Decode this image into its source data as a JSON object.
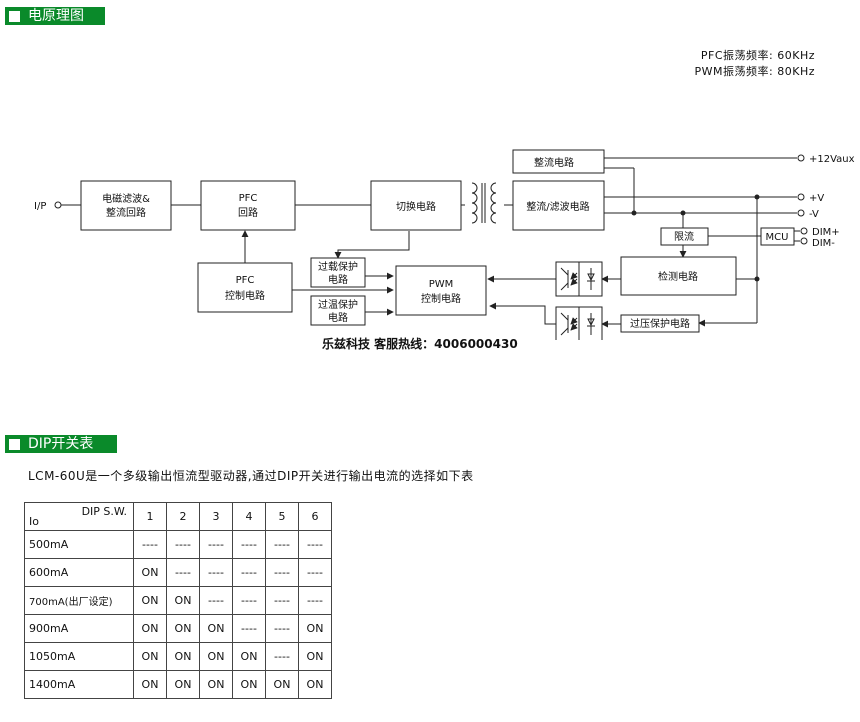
{
  "section1": {
    "title": "电原理图"
  },
  "section2": {
    "title": "DIP开关表"
  },
  "freq": {
    "pfc": "PFC振荡频率: 60KHz",
    "pwm": "PWM振荡频率: 80KHz"
  },
  "blocks": {
    "emi": [
      "电磁滤波&",
      "整流回路"
    ],
    "pfc": [
      "PFC",
      "回路"
    ],
    "switch": "切换电路",
    "rect_filter": "整流/滤波电路",
    "rect_aux": "整流电路",
    "pfc_ctrl": [
      "PFC",
      "控制电路"
    ],
    "ocp": [
      "过载保护",
      "电路"
    ],
    "otp": [
      "过温保护",
      "电路"
    ],
    "pwm": [
      "PWM",
      "控制电路"
    ],
    "detect": "检测电路",
    "limit": "限流",
    "mcu": "MCU",
    "ovp": "过压保护电路"
  },
  "terminals": {
    "ip": "I/P",
    "aux": "+12Vaux",
    "vpos": "+V",
    "vneg": "-V",
    "dimpos": "DIM+",
    "dimneg": "DIM-"
  },
  "hotline": "乐兹科技 客服热线：4006000430",
  "intro": "LCM-60U是一个多级输出恒流型驱动器,通过DIP开关进行输出电流的选择如下表",
  "table": {
    "header_top": "DIP S.W.",
    "header_bottom": "Io",
    "switches": [
      "1",
      "2",
      "3",
      "4",
      "5",
      "6"
    ],
    "rows": [
      {
        "io": "500mA",
        "cells": [
          "----",
          "----",
          "----",
          "----",
          "----",
          "----"
        ]
      },
      {
        "io": "600mA",
        "cells": [
          "ON",
          "----",
          "----",
          "----",
          "----",
          "----"
        ]
      },
      {
        "io": "700mA(出厂设定)",
        "cells": [
          "ON",
          "ON",
          "----",
          "----",
          "----",
          "----"
        ]
      },
      {
        "io": "900mA",
        "cells": [
          "ON",
          "ON",
          "ON",
          "----",
          "----",
          "ON"
        ]
      },
      {
        "io": "1050mA",
        "cells": [
          "ON",
          "ON",
          "ON",
          "ON",
          "----",
          "ON"
        ]
      },
      {
        "io": "1400mA",
        "cells": [
          "ON",
          "ON",
          "ON",
          "ON",
          "ON",
          "ON"
        ]
      }
    ]
  }
}
